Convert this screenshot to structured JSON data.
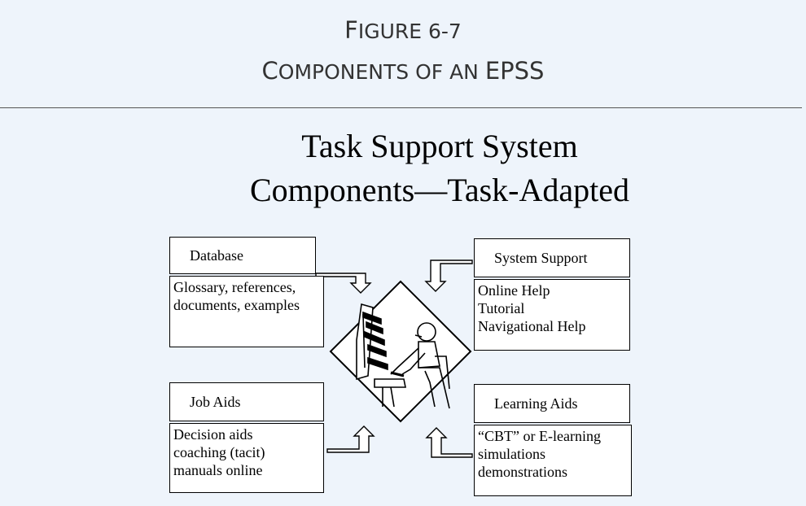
{
  "figure": {
    "line1_first": "F",
    "line1_rest": "IGURE 6-7",
    "line2_c": "C",
    "line2_omponents": "OMPONENTS OF AN ",
    "line2_epss": "EPSS"
  },
  "diagram": {
    "title_line1": "Task Support System",
    "title_line2": "Components—Task-Adapted",
    "database": {
      "label": "Database",
      "items": [
        "Glossary, references,",
        "documents, examples"
      ]
    },
    "system_support": {
      "label": "System Support",
      "items": [
        "Online Help",
        "Tutorial",
        "Navigational Help"
      ]
    },
    "job_aids": {
      "label": "Job Aids",
      "items": [
        "Decision aids",
        "coaching (tacit)",
        "manuals online"
      ]
    },
    "learning_aids": {
      "label": "Learning Aids",
      "items": [
        "“CBT” or E-learning",
        "simulations",
        "demonstrations"
      ]
    },
    "center_icon": "computer-worker-icon"
  }
}
